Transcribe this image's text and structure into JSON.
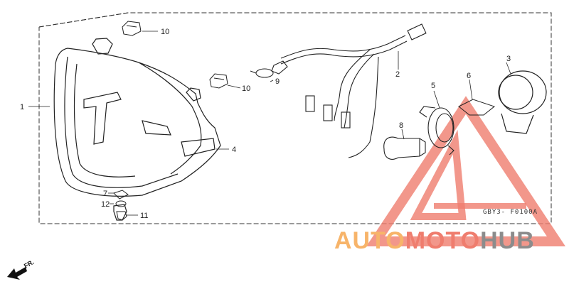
{
  "diagram": {
    "callouts": {
      "c1": "1",
      "c2": "2",
      "c3": "3",
      "c4": "4",
      "c5": "5",
      "c6": "6",
      "c7": "7",
      "c8": "8",
      "c9": "9",
      "c10a": "10",
      "c10b": "10",
      "c11": "11",
      "c12": "12"
    },
    "part_code": "GBY3- F0100A",
    "direction_label": "FR."
  },
  "watermark": {
    "word_part1": "AUTO",
    "word_part2": "MOTO",
    "word_part3": "HUB",
    "color_orange": "#f7b46a",
    "color_red": "#ef7d6e",
    "color_gray": "#8c8c8c"
  }
}
